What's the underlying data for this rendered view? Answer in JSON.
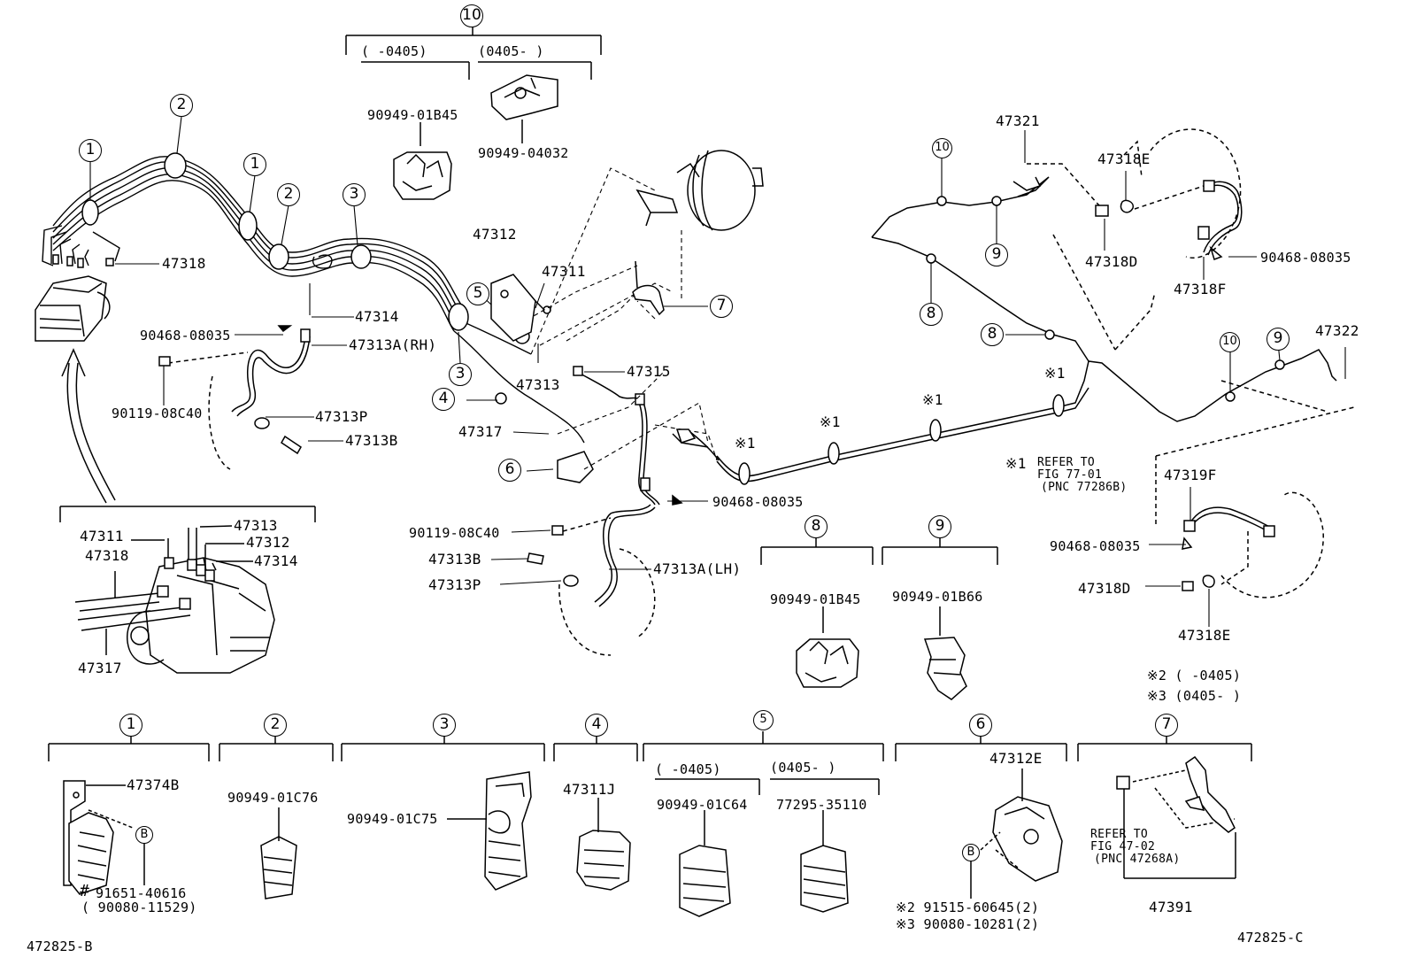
{
  "parts": {
    "p47318_main": "47318",
    "p47314": "47314",
    "p90468_a": "90468-08035",
    "p47313a_rh": "47313A(RH)",
    "p90119_a": "90119-08C40",
    "p47313p_a": "47313P",
    "p47313b_a": "47313B",
    "p47312": "47312",
    "p47311": "47311",
    "p47313_mid": "47313",
    "p47315": "47315",
    "p47317_mid": "47317",
    "p90468_b": "90468-08035",
    "p90119_b": "90119-08C40",
    "p47313b_b": "47313B",
    "p47313p_b": "47313P",
    "p47313a_lh": "47313A(LH)",
    "p90949_01b45_top": "90949-01B45",
    "p90949_04032": "90949-04032",
    "p47321": "47321",
    "p47318e_top": "47318E",
    "p47318d_top": "47318D",
    "p90468_c": "90468-08035",
    "p47318f": "47318F",
    "p47322": "47322",
    "p47319f": "47319F",
    "p90468_d": "90468-08035",
    "p47318d_bot": "47318D",
    "p47318e_bot": "47318E",
    "ins_47311": "47311",
    "ins_47318": "47318",
    "ins_47313": "47313",
    "ins_47312": "47312",
    "ins_47314": "47314",
    "ins_47317": "47317",
    "g8_part": "90949-01B45",
    "g9_part": "90949-01B66",
    "b1_47374b": "47374B",
    "b1_hash": "#",
    "b1_91651": "91651-40616",
    "b1_90080": "( 90080-11529)",
    "b2_part": "90949-01C76",
    "b3_part": "90949-01C75",
    "b4_part": "47311J",
    "b5_part_a": "90949-01C64",
    "b5_part_b": "77295-35110",
    "b6_47312e": "47312E",
    "b6_note2": "※2 91515-60645(2)",
    "b6_note3": "※3 90080-10281(2)",
    "b7_47391": "47391"
  },
  "callouts": {
    "c1": "1",
    "c2": "2",
    "c3": "3",
    "c4": "4",
    "c5": "5",
    "c6": "6",
    "c7": "7",
    "c8": "8",
    "c9": "9",
    "c10": "10",
    "cB": "B"
  },
  "ranges": {
    "before": "(    -0405)",
    "after": "(0405-    )",
    "before_b5": "(    -0405)",
    "after_b5": "(0405-    )"
  },
  "notes": {
    "star1": "※1",
    "star1_ref_1": "REFER TO",
    "star1_ref_2": "FIG 77-01",
    "star1_ref_3": "(PNC 77286B)",
    "note2": "※2 (    -0405)",
    "note3": "※3 (0405-    )",
    "rh": "(RH)",
    "lh": "(LH)",
    "b7_ref_1": "REFER TO",
    "b7_ref_2": "FIG 47-02",
    "b7_ref_3": "(PNC 47268A)"
  },
  "footer": {
    "left_code": "472825-B",
    "right_code": "472825-C"
  }
}
